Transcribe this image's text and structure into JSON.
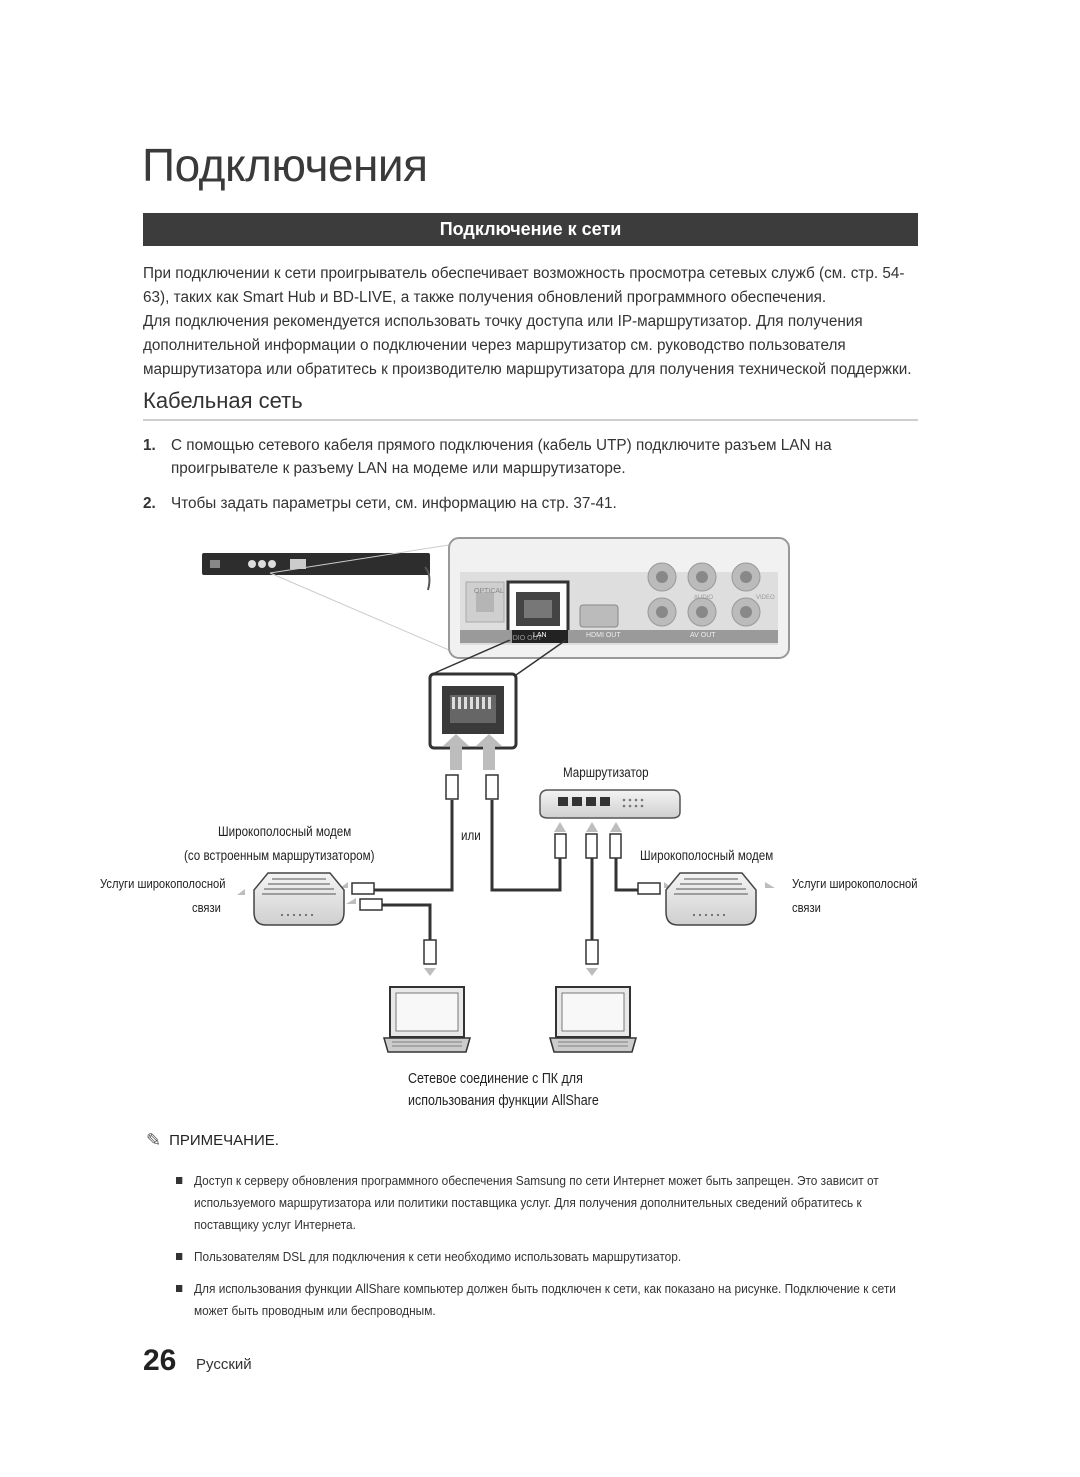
{
  "header": {
    "chapter_title": "Подключения",
    "section_title": "Подключение к сети"
  },
  "intro": {
    "p1": "При подключении к сети проигрыватель обеспечивает возможность просмотра сетевых служб (см. стр. 54-63), таких как Smart Hub и BD-LIVE, а также получения обновлений программного обеспечения.",
    "p2": "Для подключения рекомендуется использовать точку доступа или IP-маршрутизатор. Для получения дополнительной информации о подключении через маршрутизатор см. руководство пользователя маршрутизатора или обратитесь к производителю маршрутизатора для получения технической поддержки."
  },
  "wired": {
    "title": "Кабельная сеть",
    "steps": [
      {
        "num": "1.",
        "text": "С помощью сетевого кабеля прямого подключения (кабель UTP) подключите разъем LAN на проигрывателе к разъему LAN на модеме или маршрутизаторе."
      },
      {
        "num": "2.",
        "text": "Чтобы задать параметры сети, см. информацию на стр. 37-41."
      }
    ]
  },
  "diagram": {
    "panel_labels": {
      "optical": "OPTICAL",
      "digital_audio_out": "DIGITAL AUDIO OUT",
      "lan": "LAN",
      "hdmi_out": "HDMI OUT",
      "av_out": "AV OUT",
      "audio": "AUDIO",
      "video": "VIDEO"
    },
    "router_label": "Маршрутизатор",
    "modem_router_label_1": "Широкополосный модем",
    "modem_router_label_2": "(со встроенным маршрутизатором)",
    "or_label": "или",
    "modem_label": "Широкополосный модем",
    "broadband_left_1": "Услуги широкополосной",
    "broadband_left_2": "связи",
    "broadband_right_1": "Услуги широкополосной",
    "broadband_right_2": "связи",
    "pc_caption_1": "Сетевое соединение с ПК для",
    "pc_caption_2": "использования функции AllShare"
  },
  "note": {
    "title": "ПРИМЕЧАНИЕ.",
    "items": [
      "Доступ к серверу обновления программного обеспечения Samsung по сети Интернет может быть запрещен. Это зависит от используемого маршрутизатора или политики поставщика услуг. Для получения дополнительных сведений обратитесь к поставщику услуг Интернета.",
      "Пользователям DSL для подключения к сети необходимо использовать маршрутизатор.",
      "Для использования функции AllShare компьютер должен быть подключен к сети, как показано на рисунке. Подключение к сети может быть проводным или беспроводным."
    ]
  },
  "footer": {
    "page_number": "26",
    "language": "Русский"
  }
}
